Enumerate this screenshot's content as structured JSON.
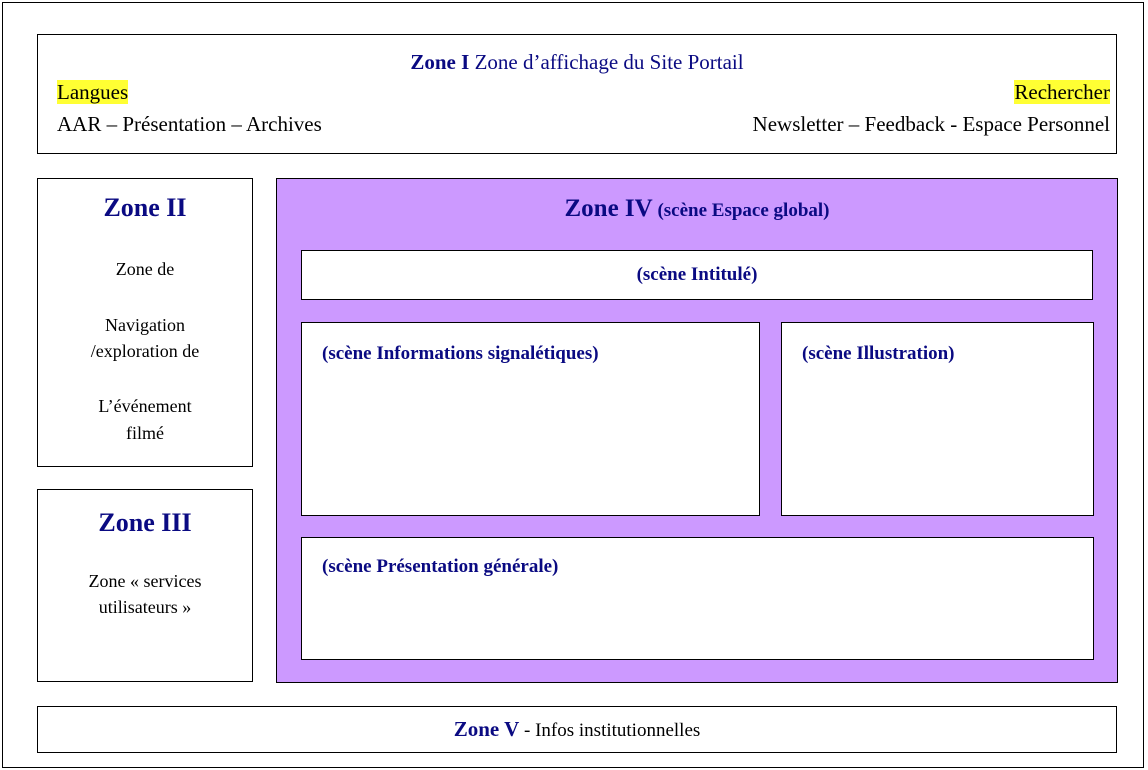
{
  "zone1": {
    "title_bold": "Zone I",
    "title_rest": " Zone d’affichage du Site Portail",
    "langues": "Langues",
    "rechercher": "Rechercher",
    "left_links": "AAR – Présentation – Archives",
    "right_links": "Newsletter – Feedback - Espace Personnel"
  },
  "zone2": {
    "title": "Zone II",
    "lines": [
      "Zone de",
      "Navigation",
      "/exploration de",
      "L’événement",
      "filmé"
    ]
  },
  "zone3": {
    "title": "Zone III",
    "lines": [
      "Zone « services",
      "utilisateurs »"
    ]
  },
  "zone4": {
    "title": "Zone IV",
    "subtitle": " (scène Espace global)",
    "scenes": {
      "intitule": "(scène Intitulé)",
      "info": "(scène Informations signalétiques)",
      "illustration": "(scène Illustration)",
      "presentation": "(scène Présentation générale)"
    }
  },
  "zone5": {
    "title_bold": "Zone V",
    "title_rest": " - Infos institutionnelles"
  },
  "colors": {
    "navy": "#0a0a82",
    "highlight": "#ffff33",
    "zone4_bg": "#cc99ff"
  }
}
